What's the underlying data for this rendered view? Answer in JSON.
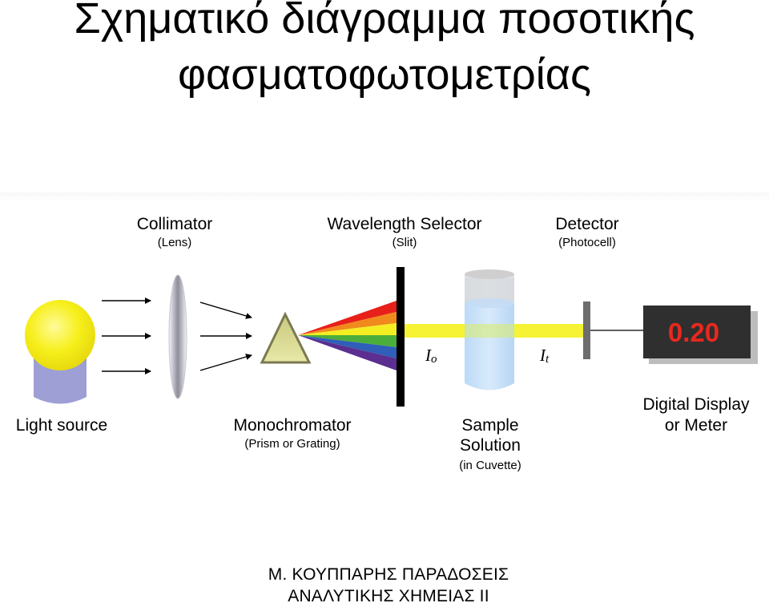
{
  "slide": {
    "title_line1": "Σχηματικό διάγραμμα ποσοτικής",
    "title_line2": "φασματοφωτομετρίας",
    "footer_line1": "Μ. ΚΟΥΠΠΑΡΗΣ ΠΑΡΑΔΟΣΕΙΣ",
    "footer_line2": "ΑΝΑΛΥΤΙΚΗΣ ΧΗΜΕΙΑΣ ΙΙ"
  },
  "diagram": {
    "collimator": {
      "title": "Collimator",
      "sub": "(Lens)"
    },
    "selector": {
      "title": "Wavelength Selector",
      "sub": "(Slit)"
    },
    "detector": {
      "title": "Detector",
      "sub": "(Photocell)"
    },
    "light_source": "Light source",
    "monochromator": {
      "title": "Monochromator",
      "sub": "(Prism or Grating)"
    },
    "sample": {
      "line1": "Sample",
      "line2": "Solution",
      "sub": "(in Cuvette)"
    },
    "display": {
      "line1": "Digital Display",
      "line2": "or Meter",
      "reading": "0.20"
    },
    "intensity_in": {
      "base": "I",
      "sub": "o"
    },
    "intensity_out": {
      "base": "I",
      "sub": "t"
    },
    "colors": {
      "bulb": "#f6ef1a",
      "bulb_base": "#9e9fd4",
      "beam": "#f4f21e",
      "display_bg": "#2f2f2f",
      "display_text": "#e8281e",
      "spectrum": [
        "#e8201a",
        "#f18a1c",
        "#f3ee22",
        "#4cae3a",
        "#2f5fb8",
        "#5b2e8f"
      ]
    }
  }
}
